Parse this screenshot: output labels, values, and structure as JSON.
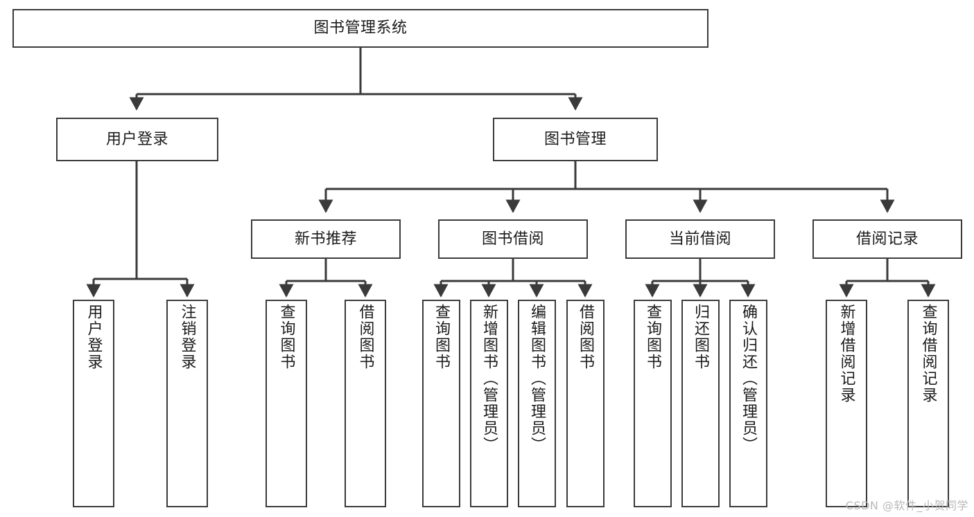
{
  "diagram": {
    "type": "tree",
    "title": "图书管理系统",
    "watermark": "CSDN @软件_小贺同学",
    "nodes": {
      "root": {
        "label": "图书管理系统",
        "level": 1,
        "orientation": "horizontal"
      },
      "l2": [
        {
          "id": "user-login",
          "label": "用户登录",
          "level": 2,
          "orientation": "horizontal"
        },
        {
          "id": "book-manage",
          "label": "图书管理",
          "level": 2,
          "orientation": "horizontal"
        }
      ],
      "l3": [
        {
          "id": "new-book-rec",
          "label": "新书推荐",
          "level": 3,
          "orientation": "horizontal",
          "parent": "book-manage"
        },
        {
          "id": "book-borrow",
          "label": "图书借阅",
          "level": 3,
          "orientation": "horizontal",
          "parent": "book-manage"
        },
        {
          "id": "current-borrow",
          "label": "当前借阅",
          "level": 3,
          "orientation": "horizontal",
          "parent": "book-manage"
        },
        {
          "id": "borrow-record",
          "label": "借阅记录",
          "level": 3,
          "orientation": "horizontal",
          "parent": "book-manage"
        }
      ],
      "leaves": [
        {
          "id": "leaf-user-login",
          "label": "用户登录",
          "parent": "user-login",
          "orientation": "vertical"
        },
        {
          "id": "leaf-user-logout",
          "label": "注销登录",
          "parent": "user-login",
          "orientation": "vertical"
        },
        {
          "id": "leaf-query-book-1",
          "label": "查询图书",
          "parent": "new-book-rec",
          "orientation": "vertical"
        },
        {
          "id": "leaf-borrow-book-1",
          "label": "借阅图书",
          "parent": "new-book-rec",
          "orientation": "vertical"
        },
        {
          "id": "leaf-query-book-2",
          "label": "查询图书",
          "parent": "book-borrow",
          "orientation": "vertical"
        },
        {
          "id": "leaf-add-book",
          "label": "新增图书（管理员）",
          "parent": "book-borrow",
          "orientation": "vertical"
        },
        {
          "id": "leaf-edit-book",
          "label": "编辑图书（管理员）",
          "parent": "book-borrow",
          "orientation": "vertical"
        },
        {
          "id": "leaf-borrow-book-2",
          "label": "借阅图书",
          "parent": "book-borrow",
          "orientation": "vertical"
        },
        {
          "id": "leaf-query-book-3",
          "label": "查询图书",
          "parent": "current-borrow",
          "orientation": "vertical"
        },
        {
          "id": "leaf-return-book",
          "label": "归还图书",
          "parent": "current-borrow",
          "orientation": "vertical"
        },
        {
          "id": "leaf-confirm-return",
          "label": "确认归还（管理员）",
          "parent": "current-borrow",
          "orientation": "vertical"
        },
        {
          "id": "leaf-add-record",
          "label": "新增借阅记录",
          "parent": "borrow-record",
          "orientation": "vertical"
        },
        {
          "id": "leaf-query-record",
          "label": "查询借阅记录",
          "parent": "borrow-record",
          "orientation": "vertical"
        }
      ]
    },
    "colors": {
      "stroke": "#3a3a3a",
      "fill": "#ffffff",
      "text": "#1a1a1a",
      "watermark": "#b9b9b9"
    }
  }
}
